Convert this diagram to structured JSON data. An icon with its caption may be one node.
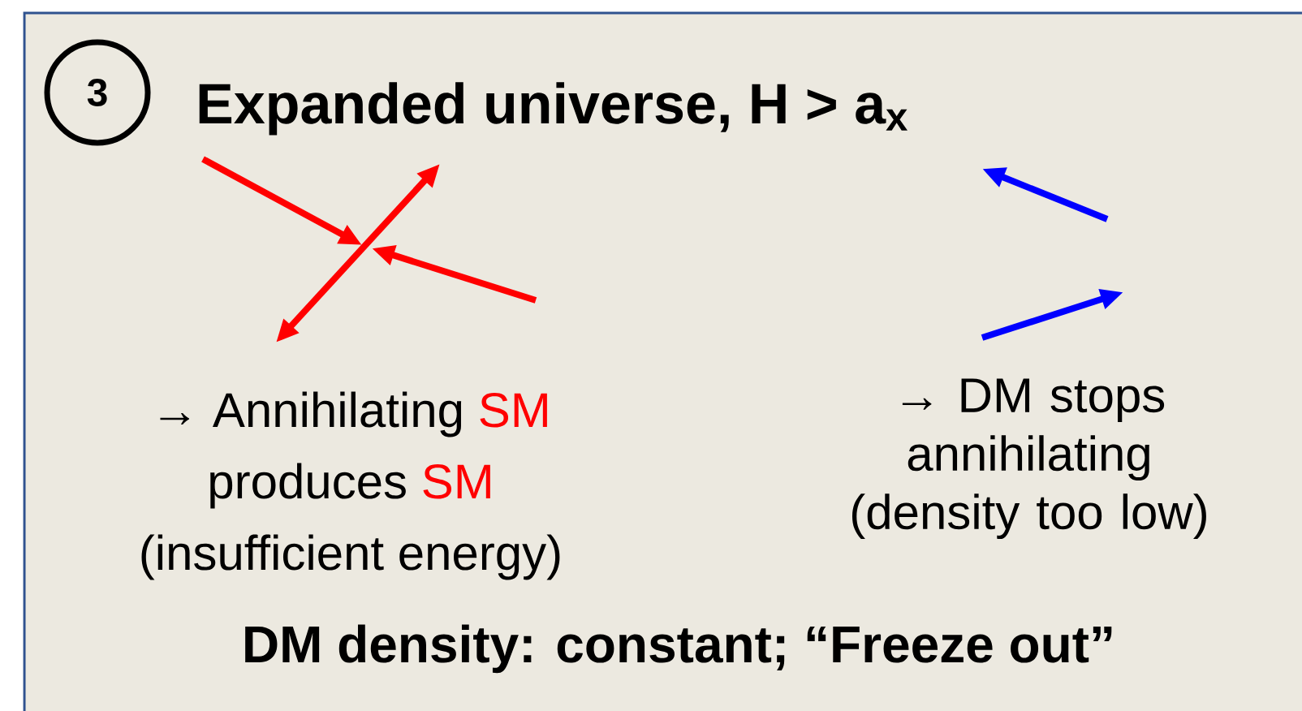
{
  "diagram": {
    "title": "Expanded universe, H > a$_{x}$",
    "nodes": [
      {
        "text": [
          "3"
        ]
      }
    ],
    "labels": [
      "→ Annihilating",
      "SM",
      "produces",
      "SM",
      "(insufficient energy)",
      "→ DM stops annihilating (density too low)",
      "DM density: constant; “Freeze out”"
    ]
  }
}
